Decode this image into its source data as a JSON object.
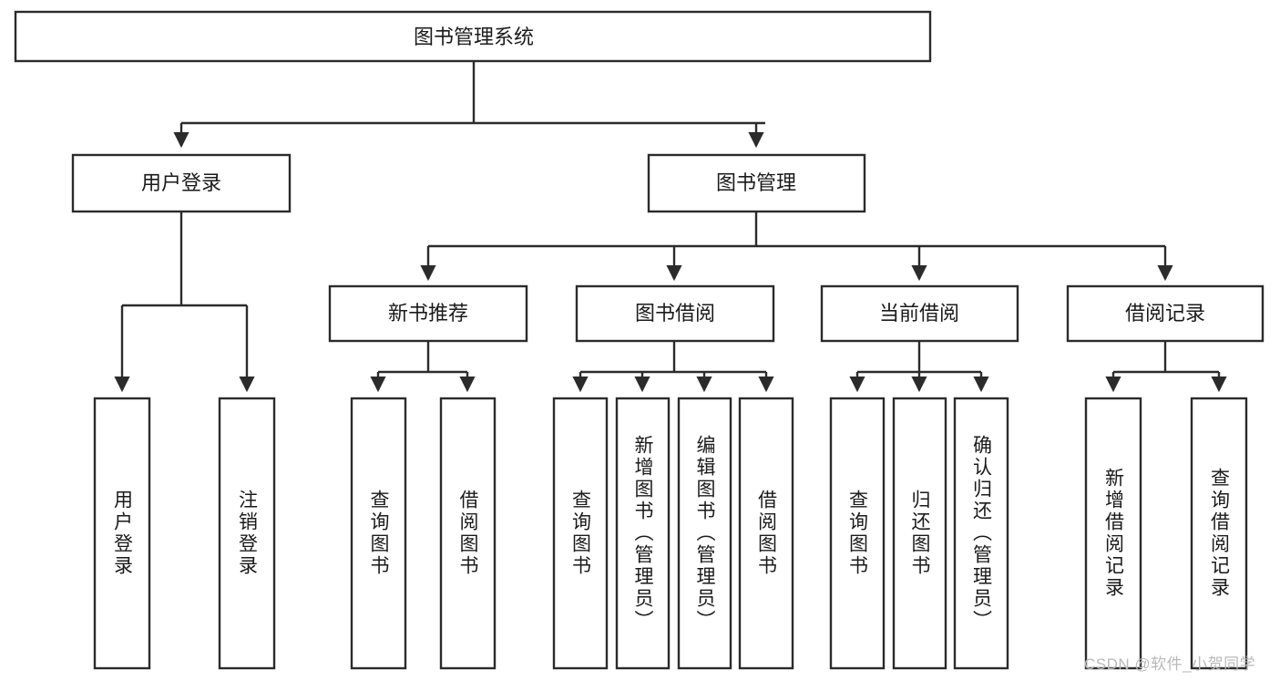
{
  "diagram": {
    "type": "tree-hierarchy",
    "title_node": {
      "id": "root",
      "label": "图书管理系统"
    },
    "level2": [
      {
        "id": "login",
        "label": "用户登录"
      },
      {
        "id": "bookmgmt",
        "label": "图书管理"
      }
    ],
    "level3": [
      {
        "id": "newbook",
        "label": "新书推荐",
        "parent": "bookmgmt"
      },
      {
        "id": "borrow",
        "label": "图书借阅",
        "parent": "bookmgmt"
      },
      {
        "id": "current",
        "label": "当前借阅",
        "parent": "bookmgmt"
      },
      {
        "id": "records",
        "label": "借阅记录",
        "parent": "bookmgmt"
      }
    ],
    "leaves": [
      {
        "id": "leaf-user-login",
        "label": "用户登录",
        "parent": "login"
      },
      {
        "id": "leaf-user-logout",
        "label": "注销登录",
        "parent": "login"
      },
      {
        "id": "leaf-query-book-1",
        "label": "查询图书",
        "parent": "newbook"
      },
      {
        "id": "leaf-borrow-book-1",
        "label": "借阅图书",
        "parent": "newbook"
      },
      {
        "id": "leaf-query-book-2",
        "label": "查询图书",
        "parent": "borrow"
      },
      {
        "id": "leaf-add-book",
        "label": "新增图书（管理员）",
        "parent": "borrow"
      },
      {
        "id": "leaf-edit-book",
        "label": "编辑图书（管理员）",
        "parent": "borrow"
      },
      {
        "id": "leaf-borrow-book-2",
        "label": "借阅图书",
        "parent": "borrow"
      },
      {
        "id": "leaf-query-book-3",
        "label": "查询图书",
        "parent": "current"
      },
      {
        "id": "leaf-return-book",
        "label": "归还图书",
        "parent": "current"
      },
      {
        "id": "leaf-confirm-return",
        "label": "确认归还（管理员）",
        "parent": "current"
      },
      {
        "id": "leaf-add-record",
        "label": "新增借阅记录",
        "parent": "records"
      },
      {
        "id": "leaf-query-record",
        "label": "查询借阅记录",
        "parent": "records"
      }
    ],
    "colors": {
      "stroke": "#2b2b2b",
      "fill": "#ffffff",
      "text": "#1a1a1a",
      "background": "#ffffff",
      "watermark": "#b9b9b9"
    }
  },
  "watermark": {
    "text": "CSDN @软件_小贺同学"
  }
}
